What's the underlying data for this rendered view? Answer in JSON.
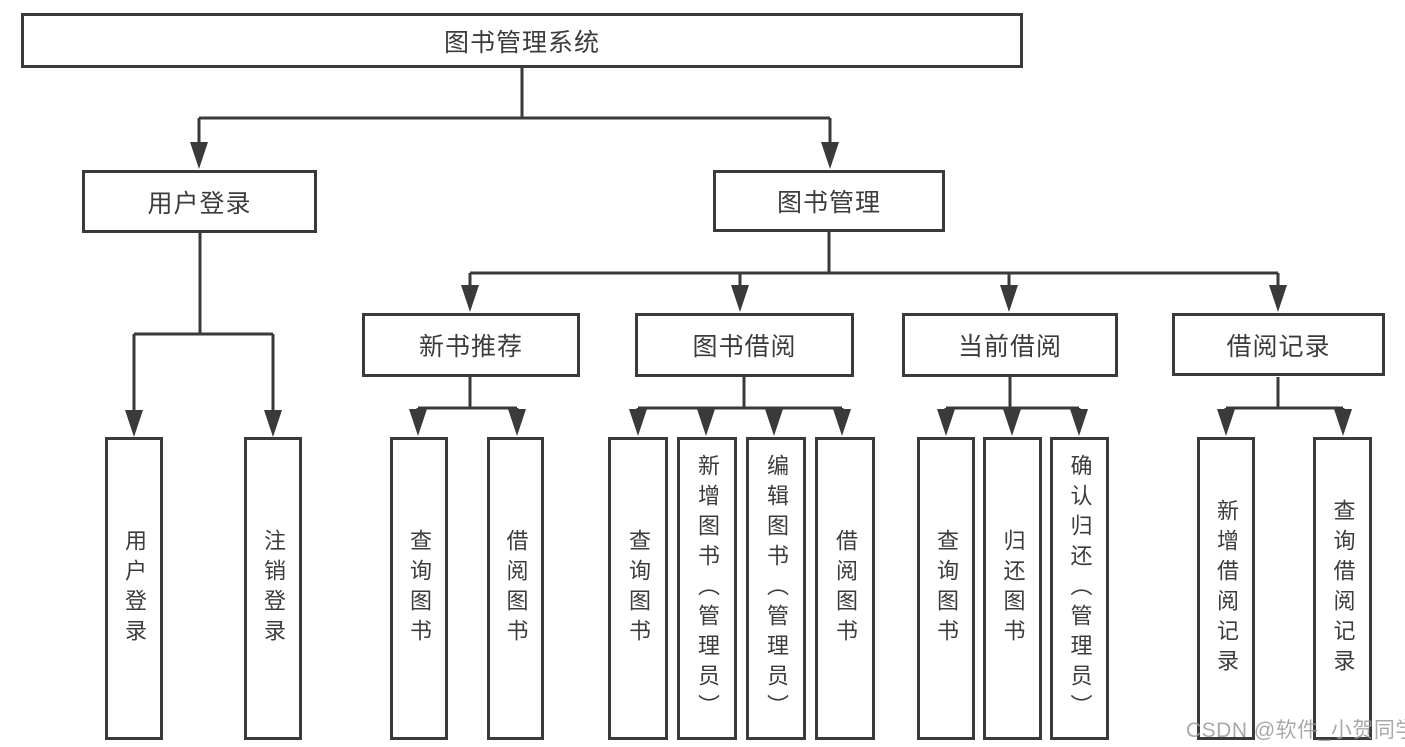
{
  "tree": {
    "label": "图书管理系统",
    "children": [
      {
        "label": "用户登录",
        "children": [
          {
            "label": "用户登录"
          },
          {
            "label": "注销登录"
          }
        ]
      },
      {
        "label": "图书管理",
        "children": [
          {
            "label": "新书推荐",
            "children": [
              {
                "label": "查询图书"
              },
              {
                "label": "借阅图书"
              }
            ]
          },
          {
            "label": "图书借阅",
            "children": [
              {
                "label": "查询图书"
              },
              {
                "label": "新增图书（管理员）"
              },
              {
                "label": "编辑图书（管理员）"
              },
              {
                "label": "借阅图书"
              }
            ]
          },
          {
            "label": "当前借阅",
            "children": [
              {
                "label": "查询图书"
              },
              {
                "label": "归还图书"
              },
              {
                "label": "确认归还（管理员）"
              }
            ]
          },
          {
            "label": "借阅记录",
            "children": [
              {
                "label": "新增借阅记录"
              },
              {
                "label": "查询借阅记录"
              }
            ]
          }
        ]
      }
    ]
  },
  "watermark": {
    "text": "CSDN @软件_小贺同学"
  },
  "colors": {
    "line": "#3a3a3a",
    "text": "#3c3c3c",
    "watermark": "#9b9b9b",
    "background": "#ffffff"
  }
}
